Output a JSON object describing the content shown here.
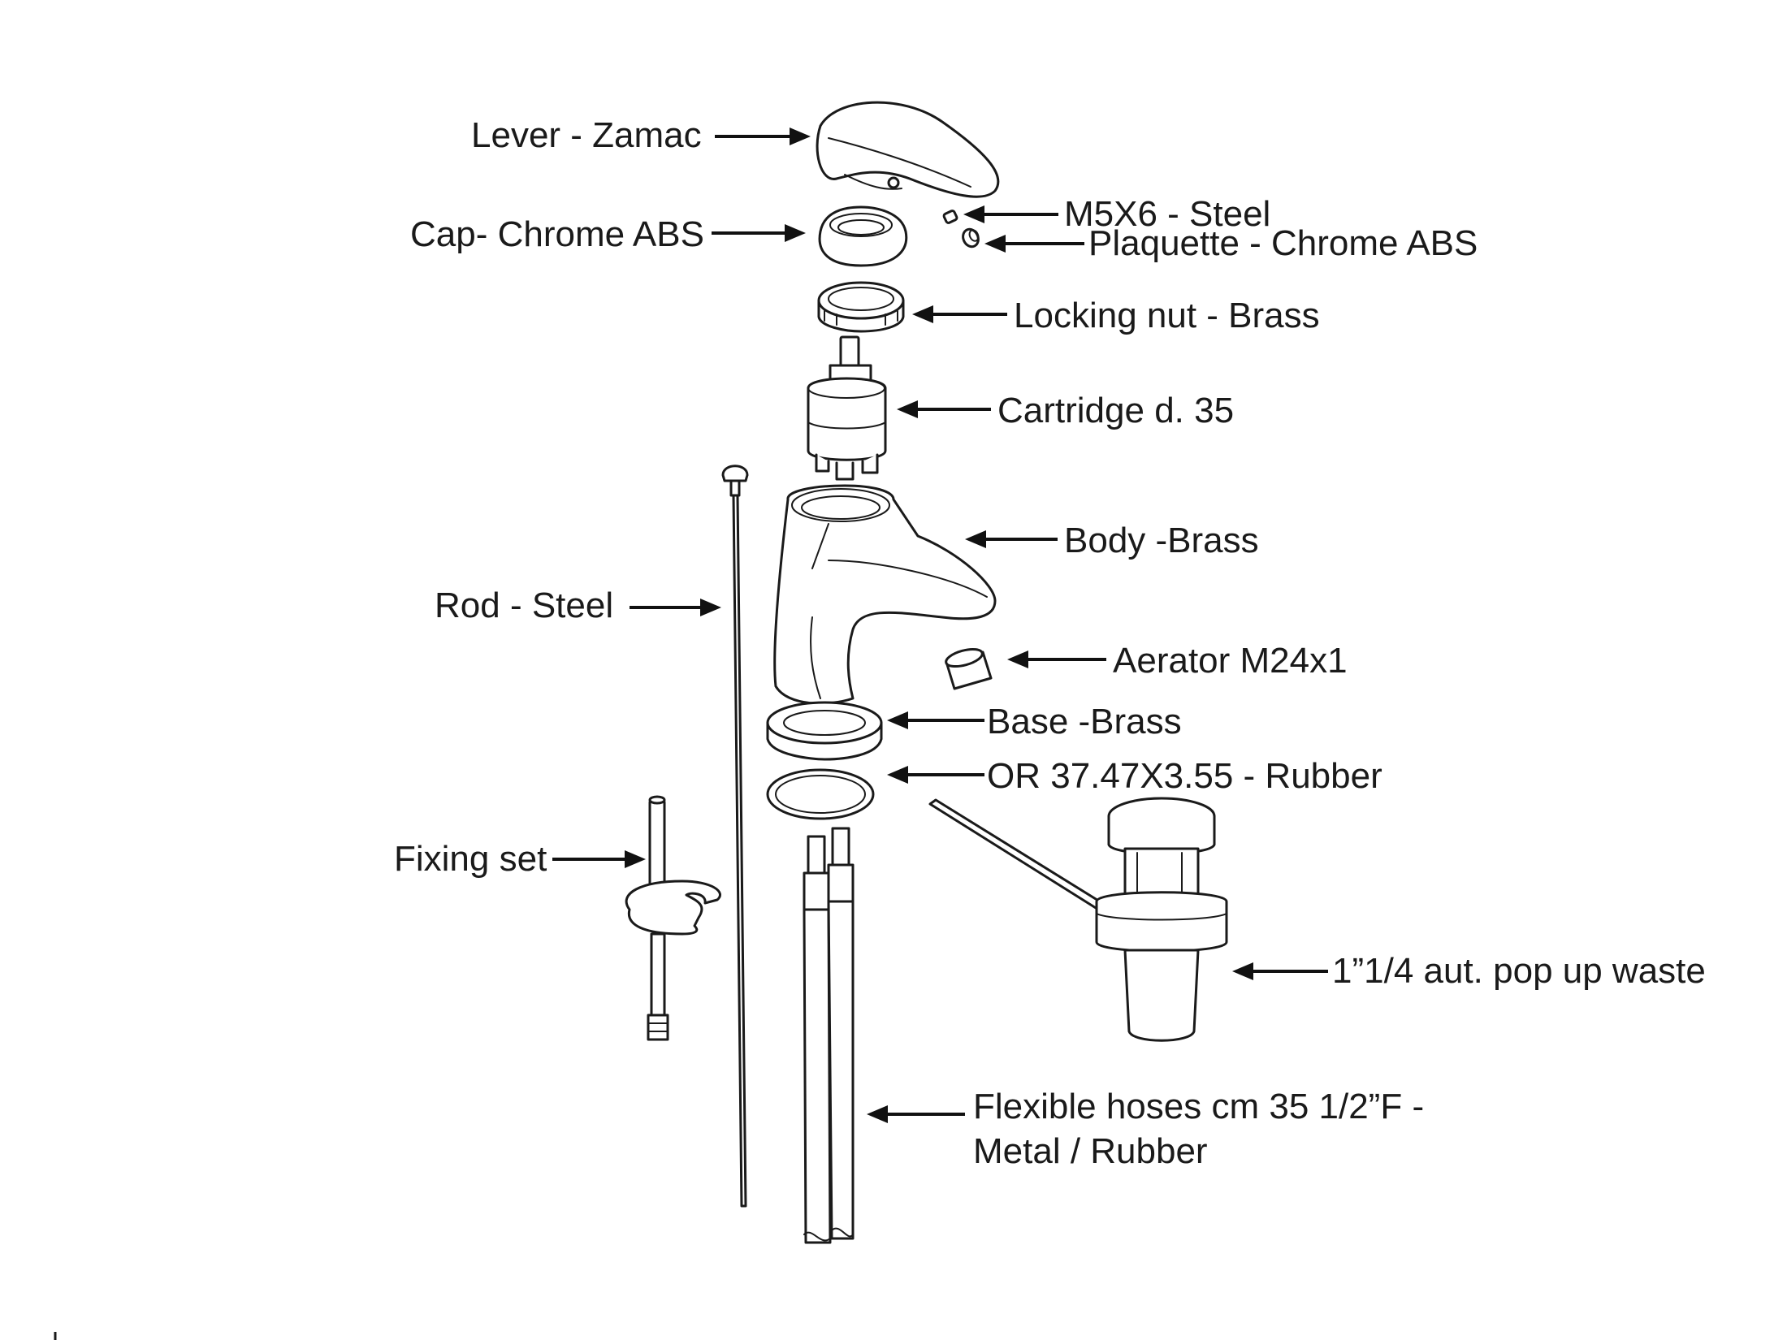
{
  "diagram": {
    "labels": {
      "lever": "Lever - Zamac",
      "screw": "M5X6 - Steel",
      "plaquette": "Plaquette - Chrome ABS",
      "cap": "Cap- Chrome ABS",
      "locking_nut": "Locking nut - Brass",
      "cartridge": "Cartridge d. 35",
      "body": "Body -Brass",
      "rod": "Rod - Steel",
      "aerator": "Aerator M24x1",
      "base": "Base -Brass",
      "oring": "OR 37.47X3.55 - Rubber",
      "fixing_set": "Fixing set",
      "pop_up_waste": "1”1/4 aut. pop up waste",
      "hoses_line1": "Flexible hoses cm 35 1/2”F -",
      "hoses_line2": "Metal / Rubber"
    }
  }
}
